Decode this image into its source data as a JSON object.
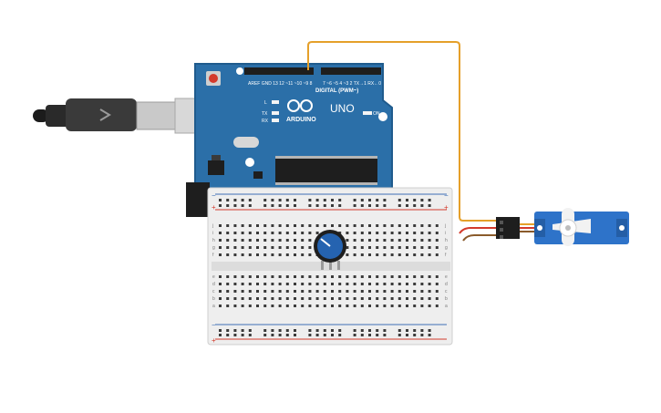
{
  "arduino": {
    "brand": "ARDUINO",
    "model": "UNO",
    "digital_label": "DIGITAL (PWM~)",
    "on_label": "ON",
    "tx_label": "TX",
    "rx_label": "RX",
    "l_label": "L",
    "top_pin_labels": [
      "AREF",
      "GND",
      "13",
      "12",
      "~11",
      "~10",
      "~9",
      "8"
    ],
    "top_pin_labels_right": [
      "7",
      "~6",
      "~5",
      "4",
      "~3",
      "2",
      "TX→1",
      "RX←0"
    ]
  },
  "breadboard": {
    "top_rail_minus": "−",
    "top_rail_plus": "+",
    "bottom_rail_minus": "−",
    "bottom_rail_plus": "+",
    "row_letters_top": [
      "j",
      "i",
      "h",
      "g",
      "f"
    ],
    "row_letters_bottom": [
      "e",
      "d",
      "c",
      "b",
      "a"
    ]
  },
  "colors": {
    "board_blue": "#2b6fa8",
    "board_dark": "#1f5b8d",
    "signal_wire": "#e5a02a",
    "power_wire": "#d33a2c",
    "ground_wire": "#8a5a2b",
    "servo_blue": "#2e73c9",
    "pot_blue": "#2563b0"
  }
}
